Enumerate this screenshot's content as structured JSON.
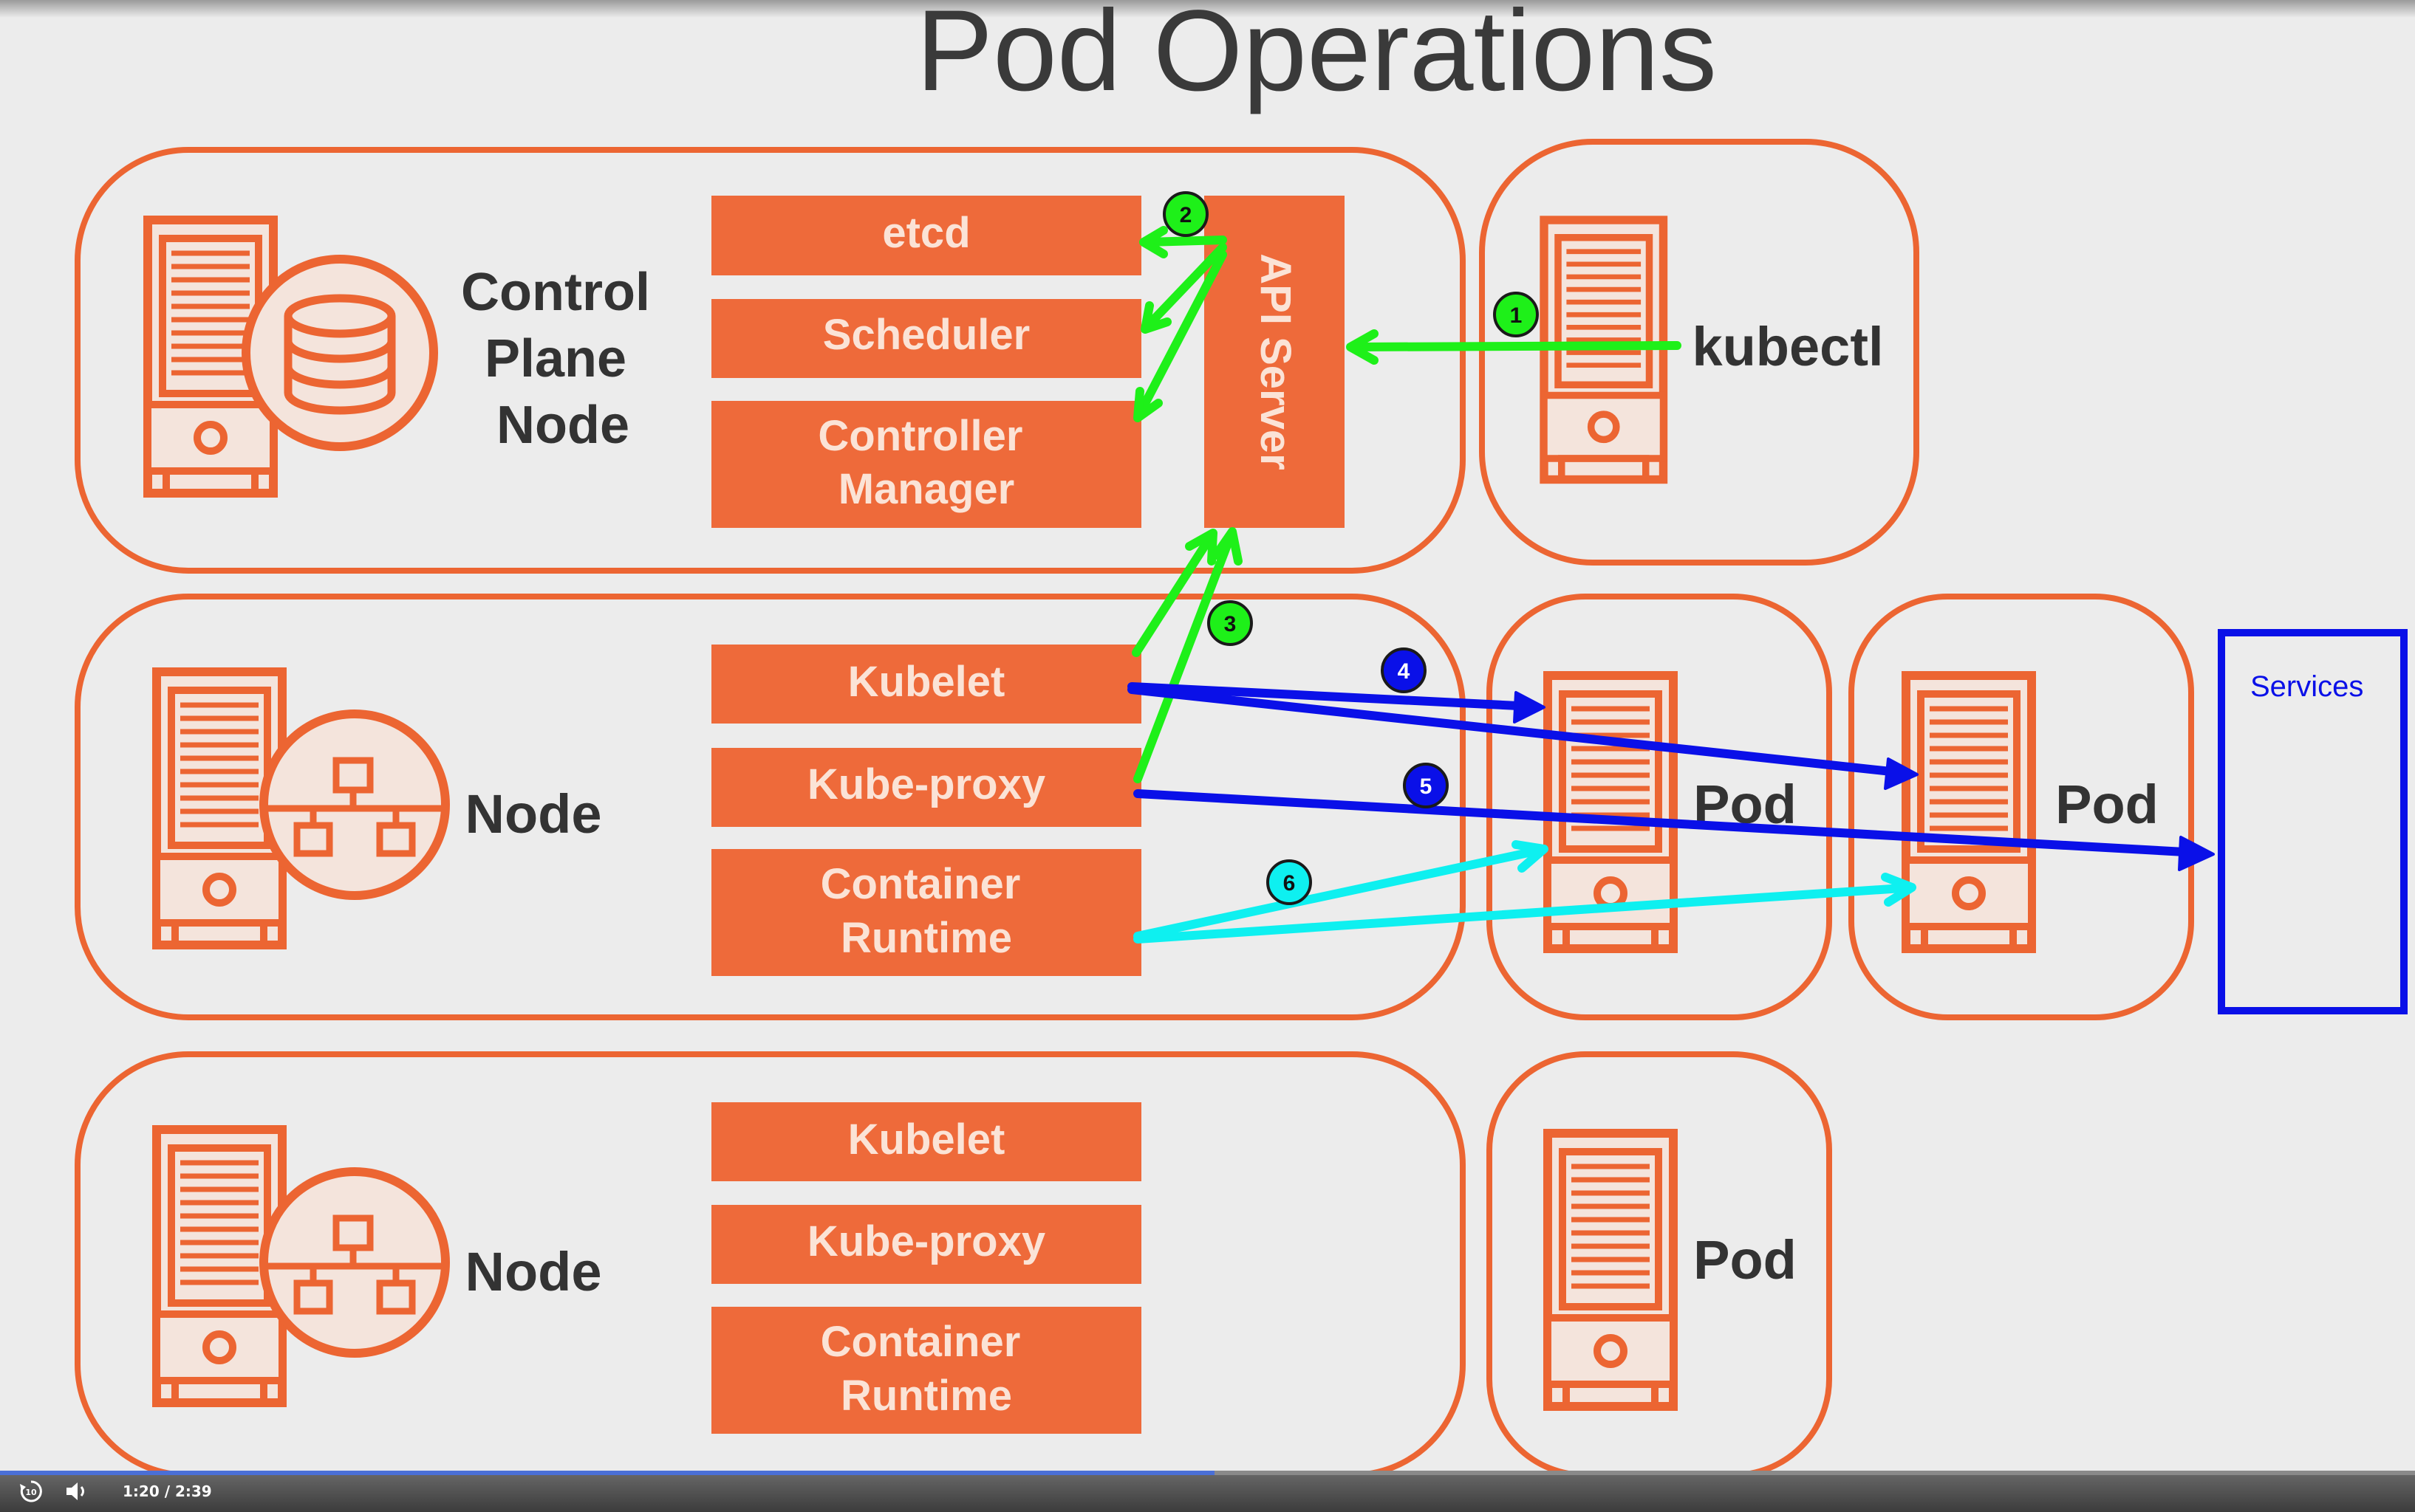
{
  "title": "Pod Operations",
  "control_plane": {
    "label_lines": [
      "Control",
      "Plane",
      "Node"
    ],
    "components": [
      "etcd",
      "Scheduler",
      "Controller\nManager"
    ],
    "api_server": "API Server"
  },
  "kubectl": "kubectl",
  "nodes": [
    {
      "label": "Node",
      "components": [
        "Kubelet",
        "Kube-proxy",
        "Container\nRuntime"
      ]
    },
    {
      "label": "Node",
      "components": [
        "Kubelet",
        "Kube-proxy",
        "Container\nRuntime"
      ]
    }
  ],
  "pods": [
    "Pod",
    "Pod",
    "Pod"
  ],
  "services": "Services",
  "steps": [
    "1",
    "2",
    "3",
    "4",
    "5",
    "6"
  ],
  "player": {
    "time": "1:20 / 2:39",
    "progress": 0.503
  },
  "colors": {
    "orange": "#ec6532",
    "orange_fill": "#ee6a3a",
    "green": "#1ef019",
    "blue": "#0a10e8",
    "cyan": "#0ef0f0",
    "dark": "#333333"
  },
  "icons": [
    "server-icon",
    "database-icon",
    "network-icon",
    "replay-10-icon",
    "volume-icon"
  ]
}
